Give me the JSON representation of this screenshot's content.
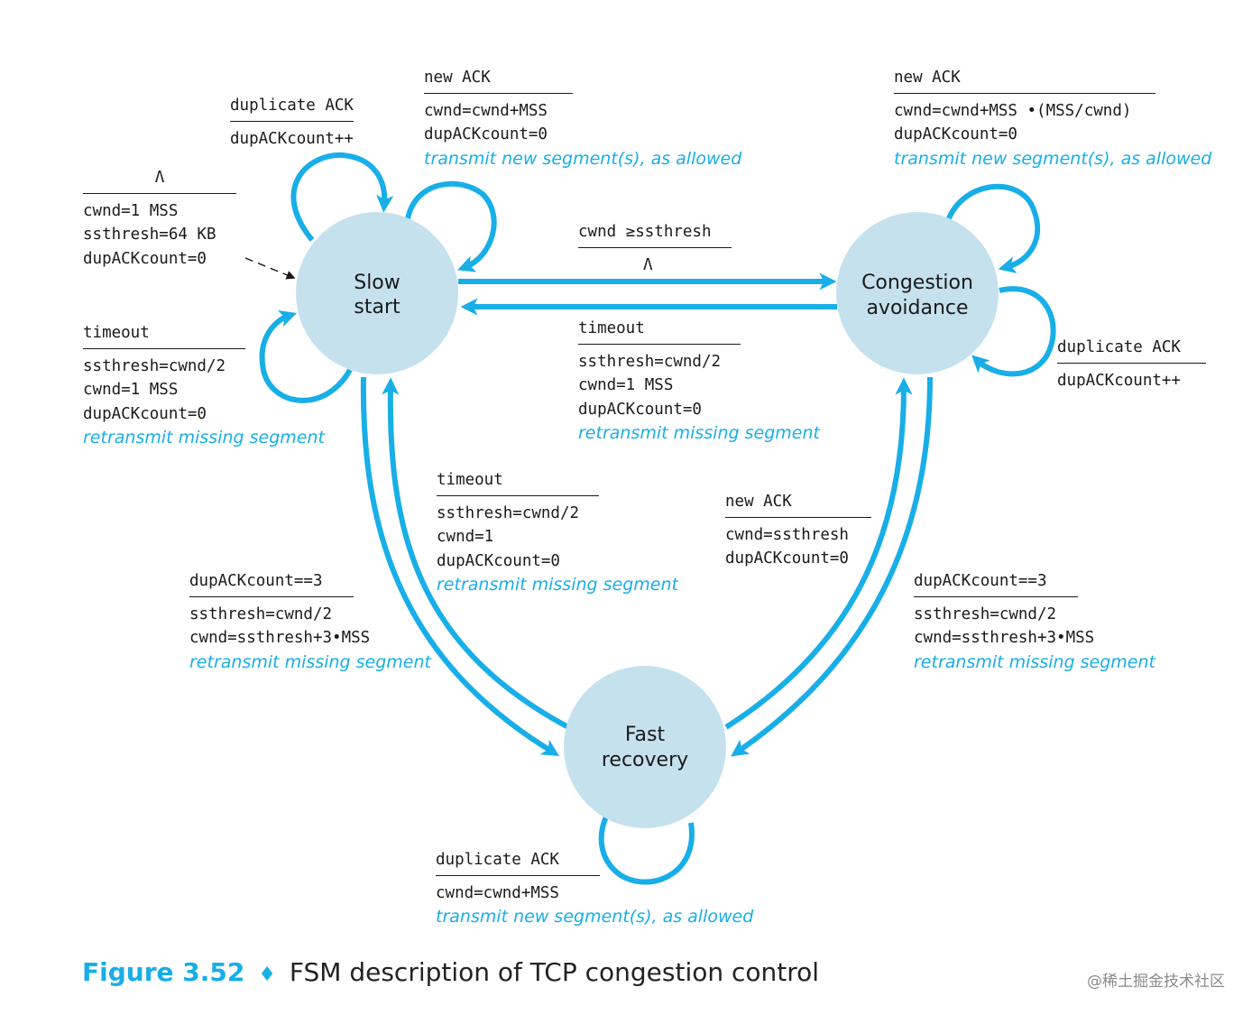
{
  "states": {
    "slow_start": [
      "Slow",
      "start"
    ],
    "congestion_avoidance": [
      "Congestion",
      "avoidance"
    ],
    "fast_recovery": [
      "Fast",
      "recovery"
    ]
  },
  "transitions": {
    "ss_dup_ack": {
      "event": "duplicate ACK",
      "actions": [
        "dupACKcount++"
      ]
    },
    "ss_new_ack": {
      "event": "new ACK",
      "actions": [
        "cwnd=cwnd+MSS",
        "dupACKcount=0"
      ],
      "italic": "transmit new segment(s), as allowed"
    },
    "initial": {
      "event": "Λ",
      "actions": [
        "cwnd=1 MSS",
        "ssthresh=64 KB",
        "dupACKcount=0"
      ]
    },
    "ss_timeout": {
      "event": "timeout",
      "actions": [
        "ssthresh=cwnd/2",
        "cwnd=1 MSS",
        "dupACKcount=0"
      ],
      "italic": "retransmit missing segment"
    },
    "ss_to_ca": {
      "event": "cwnd ≥ssthresh",
      "actions": [
        "Λ"
      ]
    },
    "ca_to_ss_timeout": {
      "event": "timeout",
      "actions": [
        "ssthresh=cwnd/2",
        "cwnd=1 MSS",
        "dupACKcount=0"
      ],
      "italic": "retransmit missing segment"
    },
    "ca_new_ack": {
      "event": "new ACK",
      "actions": [
        "cwnd=cwnd+MSS •(MSS/cwnd)",
        "dupACKcount=0"
      ],
      "italic": "transmit new segment(s), as allowed"
    },
    "ca_dup_ack": {
      "event": "duplicate ACK",
      "actions": [
        "dupACKcount++"
      ]
    },
    "fr_timeout": {
      "event": "timeout",
      "actions": [
        "ssthresh=cwnd/2",
        "cwnd=1",
        "dupACKcount=0"
      ],
      "italic": "retransmit missing segment"
    },
    "fr_new_ack": {
      "event": "new ACK",
      "actions": [
        "cwnd=ssthresh",
        "dupACKcount=0"
      ]
    },
    "ss_to_fr": {
      "event": "dupACKcount==3",
      "actions": [
        "ssthresh=cwnd/2",
        "cwnd=ssthresh+3•MSS"
      ],
      "italic": "retransmit missing segment"
    },
    "ca_to_fr": {
      "event": "dupACKcount==3",
      "actions": [
        "ssthresh=cwnd/2",
        "cwnd=ssthresh+3•MSS"
      ],
      "italic": "retransmit missing segment"
    },
    "fr_dup_ack": {
      "event": "duplicate ACK",
      "actions": [
        "cwnd=cwnd+MSS"
      ],
      "italic": "transmit new segment(s), as allowed"
    }
  },
  "caption": {
    "figure": "Figure 3.52",
    "diamond": "♦",
    "text": "FSM description of TCP congestion control"
  },
  "watermark": "@稀土掘金技术社区",
  "colors": {
    "accent": "#18aee8",
    "state_fill": "#c5e1ee",
    "text": "#1a1a1a"
  }
}
